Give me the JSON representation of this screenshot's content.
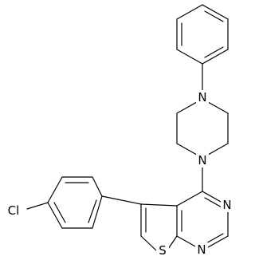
{
  "diagram": {
    "type": "chemical-structure",
    "atom_labels": {
      "n_piperazine_top": "N",
      "n_piperazine_bottom": "N",
      "n_pyrimidine_3": "N",
      "n_pyrimidine_1": "N",
      "s_thiophene": "S",
      "cl_substituent": "Cl"
    },
    "colors": {
      "bonds": "#000000",
      "labels": "#000000",
      "background": "#ffffff"
    }
  }
}
